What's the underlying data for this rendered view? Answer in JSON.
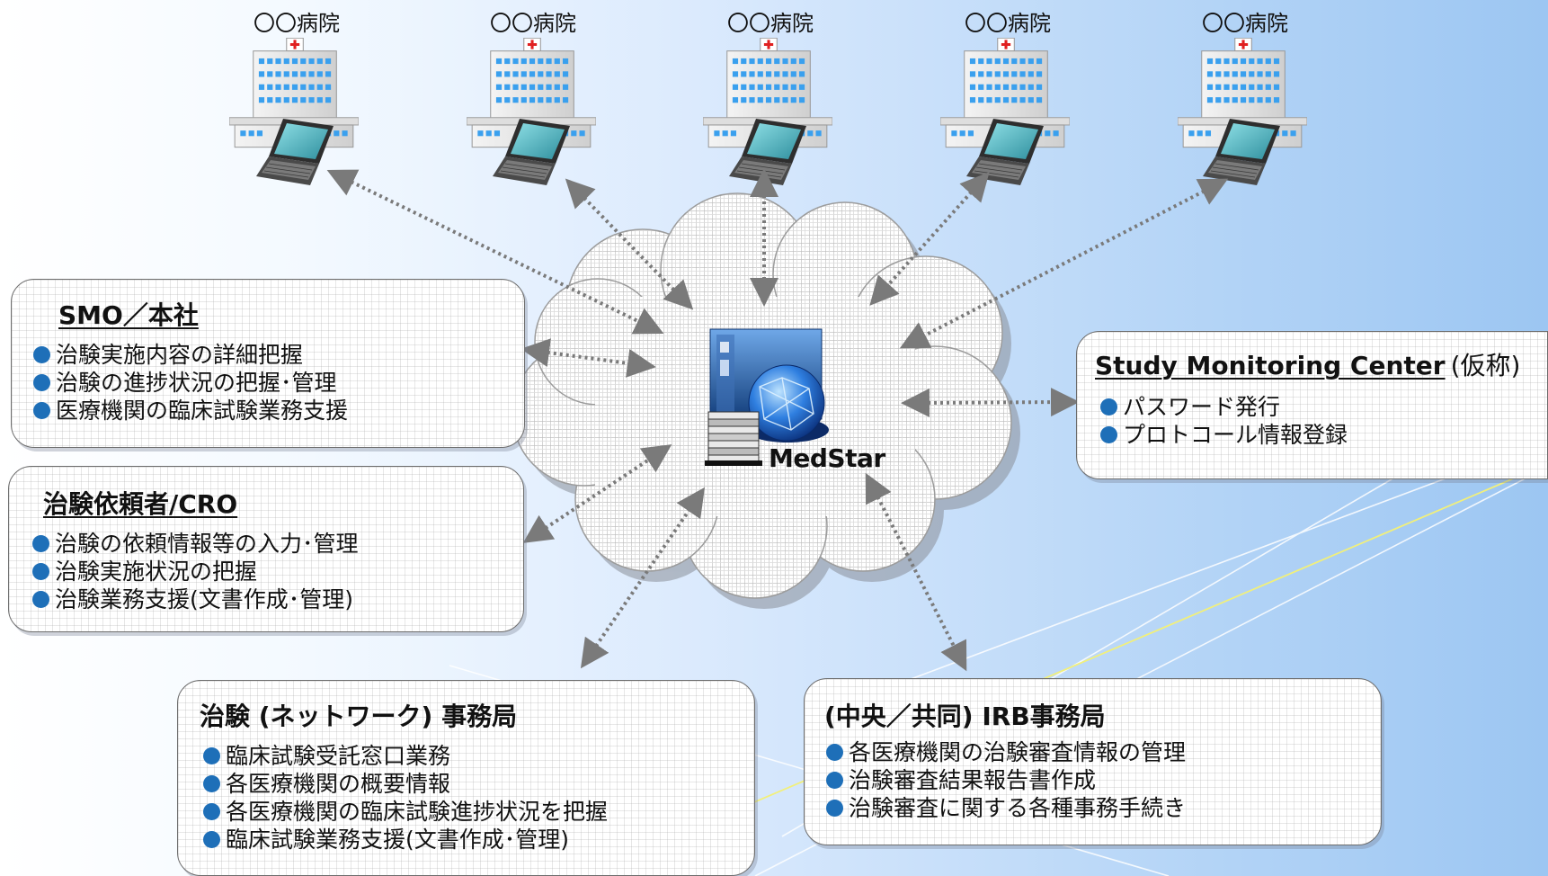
{
  "hospitals": [
    {
      "label": "〇〇病院"
    },
    {
      "label": "〇〇病院"
    },
    {
      "label": "〇〇病院"
    },
    {
      "label": "〇〇病院"
    },
    {
      "label": "〇〇病院"
    }
  ],
  "center": {
    "label": "MedStar"
  },
  "smo": {
    "title": "SMO／本社",
    "items": [
      "治験実施内容の詳細把握",
      "治験の進捗状況の把握･管理",
      "医療機関の臨床試験業務支援"
    ]
  },
  "sponsor": {
    "title": "治験依頼者/CRO",
    "items": [
      "治験の依頼情報等の入力･管理",
      "治験実施状況の把握",
      "治験業務支援(文書作成･管理)"
    ]
  },
  "monitoring": {
    "title": "Study Monitoring Center",
    "title_suffix": "(仮称)",
    "items": [
      "パスワード発行",
      "プロトコール情報登録"
    ]
  },
  "network_office": {
    "title": "治験 (ネットワーク) 事務局",
    "items": [
      "臨床試験受託窓口業務",
      "各医療機関の概要情報",
      "各医療機関の臨床試験進捗状況を把握",
      "臨床試験業務支援(文書作成･管理)"
    ]
  },
  "irb_office": {
    "title": "(中央／共同) IRB事務局",
    "items": [
      "各医療機関の治験審査情報の管理",
      "治験審査結果報告書作成",
      "治験審査に関する各種事務手続き"
    ]
  },
  "colors": {
    "bullet": "#1e6fb8",
    "arrow": "#7a7a7a",
    "hospital_cross": "#e02020"
  }
}
